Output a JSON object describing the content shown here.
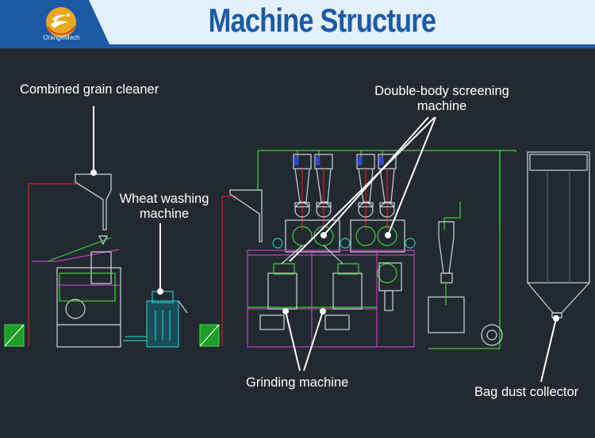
{
  "header": {
    "title": "Machine Structure",
    "logo_text": "OrangeMech"
  },
  "labels": {
    "combined_grain_cleaner": "Combined grain cleaner",
    "wheat_washing": [
      "Wheat washing",
      "machine"
    ],
    "double_body_screening": [
      "Double-body screening",
      "machine"
    ],
    "grinding_machine": "Grinding machine",
    "bag_dust_collector": "Bag dust collector"
  },
  "colors": {
    "header_blue": "#1c5aa6",
    "header_light": "#e4f0fb",
    "background": "#232930",
    "cad_green": "#3ad13a",
    "cad_magenta": "#c040c0",
    "cad_red": "#d02020",
    "cad_cyan": "#20c8c8"
  }
}
